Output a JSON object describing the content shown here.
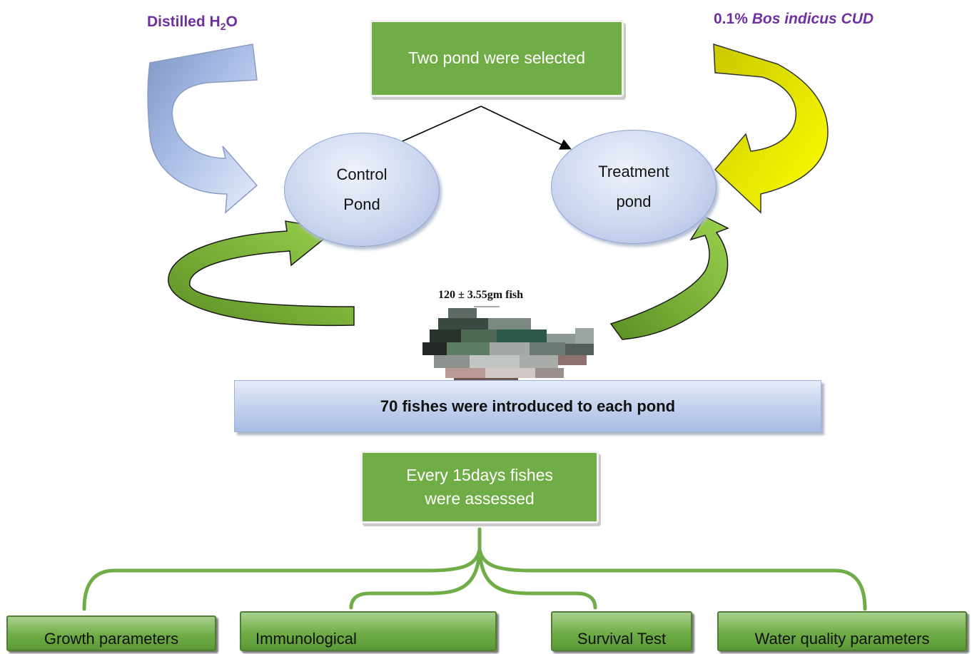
{
  "labels": {
    "distilled_prefix": "Distilled H",
    "distilled_sub": "2",
    "distilled_suffix": "O",
    "treatment_dose_prefix": "0.1% ",
    "treatment_dose_italic": "Bos indicus CUD"
  },
  "boxes": {
    "selected": "Two pond were selected",
    "control_line1": "Control",
    "control_line2": "Pond",
    "treatment_line1": "Treatment",
    "treatment_line2": "pond",
    "fish_label": "120 ± 3.55gm fish",
    "introduced": "70 fishes were introduced to each pond",
    "assessed_line1": "Every 15days fishes",
    "assessed_line2": "were assessed"
  },
  "outcomes": [
    "Growth parameters",
    "Immunological",
    "Survival Test",
    "Water quality parameters"
  ],
  "colors": {
    "green_box": "#70ad47",
    "ellipse_blue": "#cdd7ef",
    "purple_text": "#7030a0",
    "yellow_arrow": "#e8e800",
    "green_arrow": "#8dc63f"
  }
}
